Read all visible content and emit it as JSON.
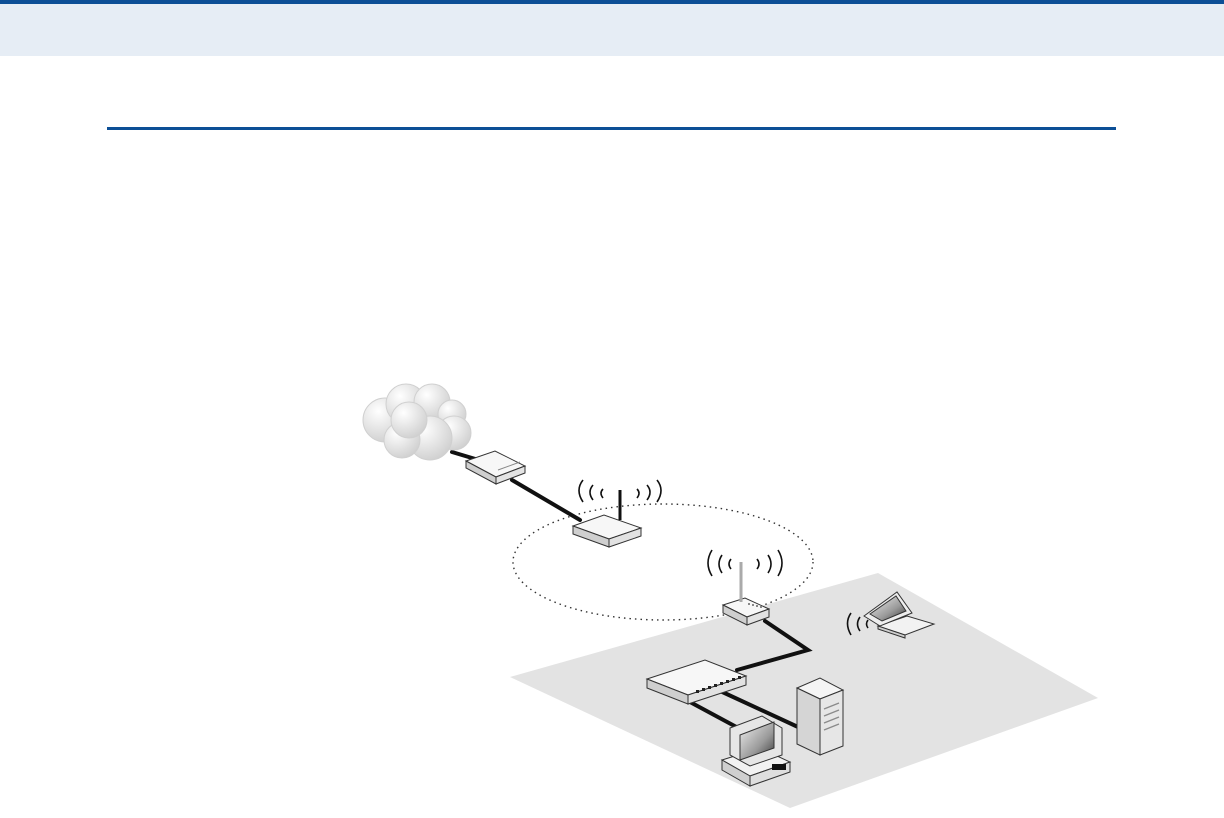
{
  "page": {
    "header_band_color": "#e6edf5",
    "accent_color": "#0c4f96"
  },
  "diagram": {
    "nodes": [
      {
        "name": "internet-cloud",
        "icon": "cloud-icon"
      },
      {
        "name": "broadband-modem",
        "icon": "modem-icon"
      },
      {
        "name": "root-access-point",
        "icon": "access-point-icon"
      },
      {
        "name": "bridge-access-point",
        "icon": "access-point-icon"
      },
      {
        "name": "ethernet-switch",
        "icon": "switch-icon"
      },
      {
        "name": "desktop-computer",
        "icon": "desktop-computer-icon"
      },
      {
        "name": "tower-server",
        "icon": "server-tower-icon"
      },
      {
        "name": "laptop-client",
        "icon": "laptop-icon"
      }
    ],
    "links": [
      {
        "from": "internet-cloud",
        "to": "broadband-modem",
        "type": "wired"
      },
      {
        "from": "broadband-modem",
        "to": "root-access-point",
        "type": "wired"
      },
      {
        "from": "root-access-point",
        "to": "bridge-access-point",
        "type": "wireless-bridge"
      },
      {
        "from": "bridge-access-point",
        "to": "ethernet-switch",
        "type": "wired"
      },
      {
        "from": "ethernet-switch",
        "to": "desktop-computer",
        "type": "wired"
      },
      {
        "from": "ethernet-switch",
        "to": "tower-server",
        "type": "wired"
      },
      {
        "from": "bridge-access-point",
        "to": "laptop-client",
        "type": "wireless"
      }
    ]
  }
}
